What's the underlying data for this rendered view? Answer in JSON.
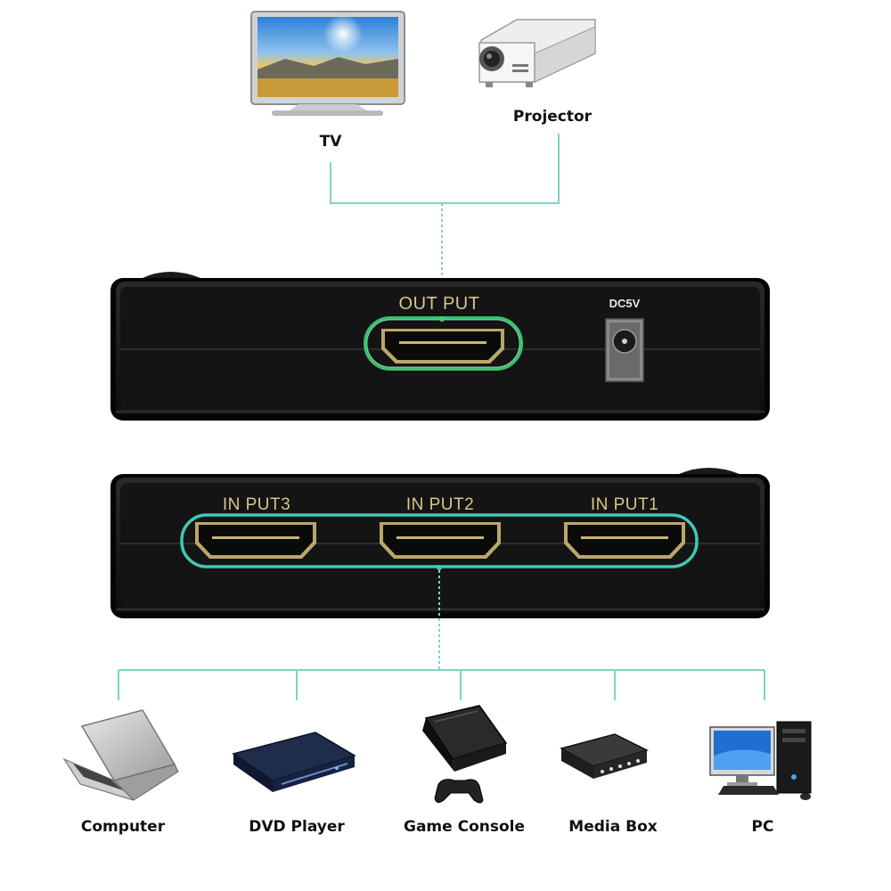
{
  "outputs": {
    "tv": {
      "label": "TV",
      "icon": "tv-icon"
    },
    "projector": {
      "label": "Projector",
      "icon": "projector-icon"
    }
  },
  "switch_back": {
    "output_label": "OUT PUT",
    "power_label": "DC5V"
  },
  "switch_front": {
    "inputs": [
      "IN PUT3",
      "IN PUT2",
      "IN PUT1"
    ]
  },
  "sources": [
    {
      "label": "Computer",
      "icon": "laptop-icon"
    },
    {
      "label": "DVD Player",
      "icon": "dvd-player-icon"
    },
    {
      "label": "Game Console",
      "icon": "game-console-icon"
    },
    {
      "label": "Media Box",
      "icon": "media-box-icon"
    },
    {
      "label": "PC",
      "icon": "desktop-pc-icon"
    }
  ],
  "colors": {
    "connector_line": "#7fd3c7",
    "port_highlight": "#3fd07a",
    "input_highlight": "#40c9b3",
    "port_label": "#d9c58a",
    "device_body": "#161616"
  }
}
